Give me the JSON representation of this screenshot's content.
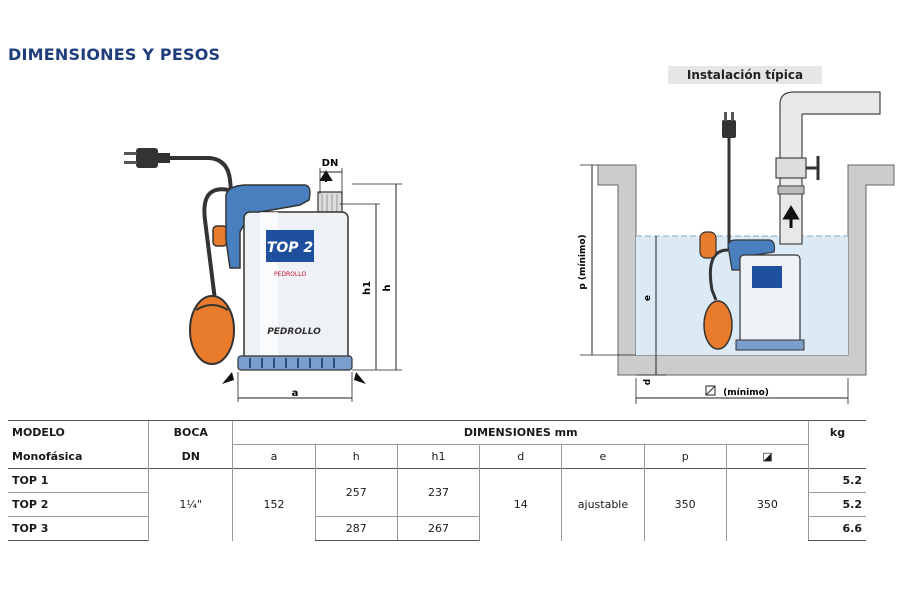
{
  "header": {
    "title": "DIMENSIONES Y PESOS",
    "installation_label": "Instalación típica"
  },
  "pump_drawing": {
    "labels": {
      "dn": "DN",
      "h1": "h1",
      "h": "h",
      "a": "a"
    },
    "brand_text": "PEDROLLO",
    "model_badge": "TOP 2"
  },
  "installation_drawing": {
    "labels": {
      "p": "p (mínimo)",
      "e": "e",
      "d": "d",
      "width": "(mínimo)"
    }
  },
  "table": {
    "headers": {
      "modelo": "MODELO",
      "boca": "BOCA",
      "dimensiones": "DIMENSIONES mm",
      "kg": "kg",
      "monofasica": "Monofásica",
      "dn": "DN",
      "a": "a",
      "h": "h",
      "h1": "h1",
      "d": "d",
      "e": "e",
      "p": "p",
      "sq": "◪"
    },
    "rows": [
      {
        "model": "TOP 1",
        "kg": "5.2"
      },
      {
        "model": "TOP 2",
        "kg": "5.2"
      },
      {
        "model": "TOP 3",
        "kg": "6.6"
      }
    ],
    "shared": {
      "dn": "1¼\"",
      "a": "152",
      "h_top12": "257",
      "h1_top12": "237",
      "h_top3": "287",
      "h1_top3": "267",
      "d": "14",
      "e": "ajustable",
      "p": "350",
      "sq": "350"
    }
  }
}
